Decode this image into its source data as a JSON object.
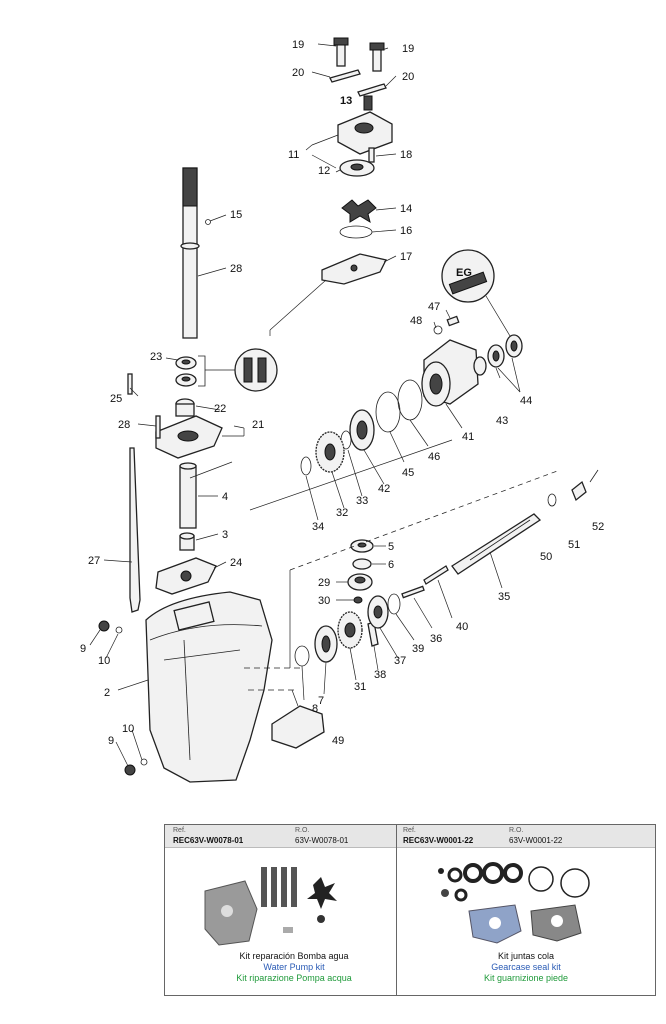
{
  "diagram": {
    "callouts": [
      "19",
      "19",
      "20",
      "20",
      "13",
      "11",
      "12",
      "18",
      "14",
      "16",
      "17",
      "15",
      "28",
      "47",
      "48",
      "44",
      "43",
      "41",
      "46",
      "45",
      "42",
      "33",
      "32",
      "34",
      "23",
      "25",
      "22",
      "21",
      "28",
      "4",
      "3",
      "24",
      "27",
      "5",
      "6",
      "29",
      "30",
      "2",
      "9",
      "10",
      "9",
      "10",
      "8",
      "7",
      "31",
      "38",
      "37",
      "39",
      "36",
      "40",
      "35",
      "49",
      "50",
      "51",
      "52"
    ],
    "handwritten_marks": [
      "13",
      "EG"
    ]
  },
  "kits": [
    {
      "ref_label": "Ref.",
      "ro_label": "R.O.",
      "ref": "REC63V-W0078-01",
      "ro": "63V-W0078-01",
      "name_es": "Kit reparación Bomba agua",
      "name_en": "Water Pump kit",
      "name_it": "Kit riparazione Pompa acqua"
    },
    {
      "ref_label": "Ref.",
      "ro_label": "R.O.",
      "ref": "REC63V-W0001-22",
      "ro": "63V-W0001-22",
      "name_es": "Kit juntas cola",
      "name_en": "Gearcase seal kit",
      "name_it": "Kit guarnizione piede"
    }
  ],
  "colors": {
    "english": "#2a5bb5",
    "italian": "#1f9a3a",
    "header": "#e6e6e6"
  }
}
